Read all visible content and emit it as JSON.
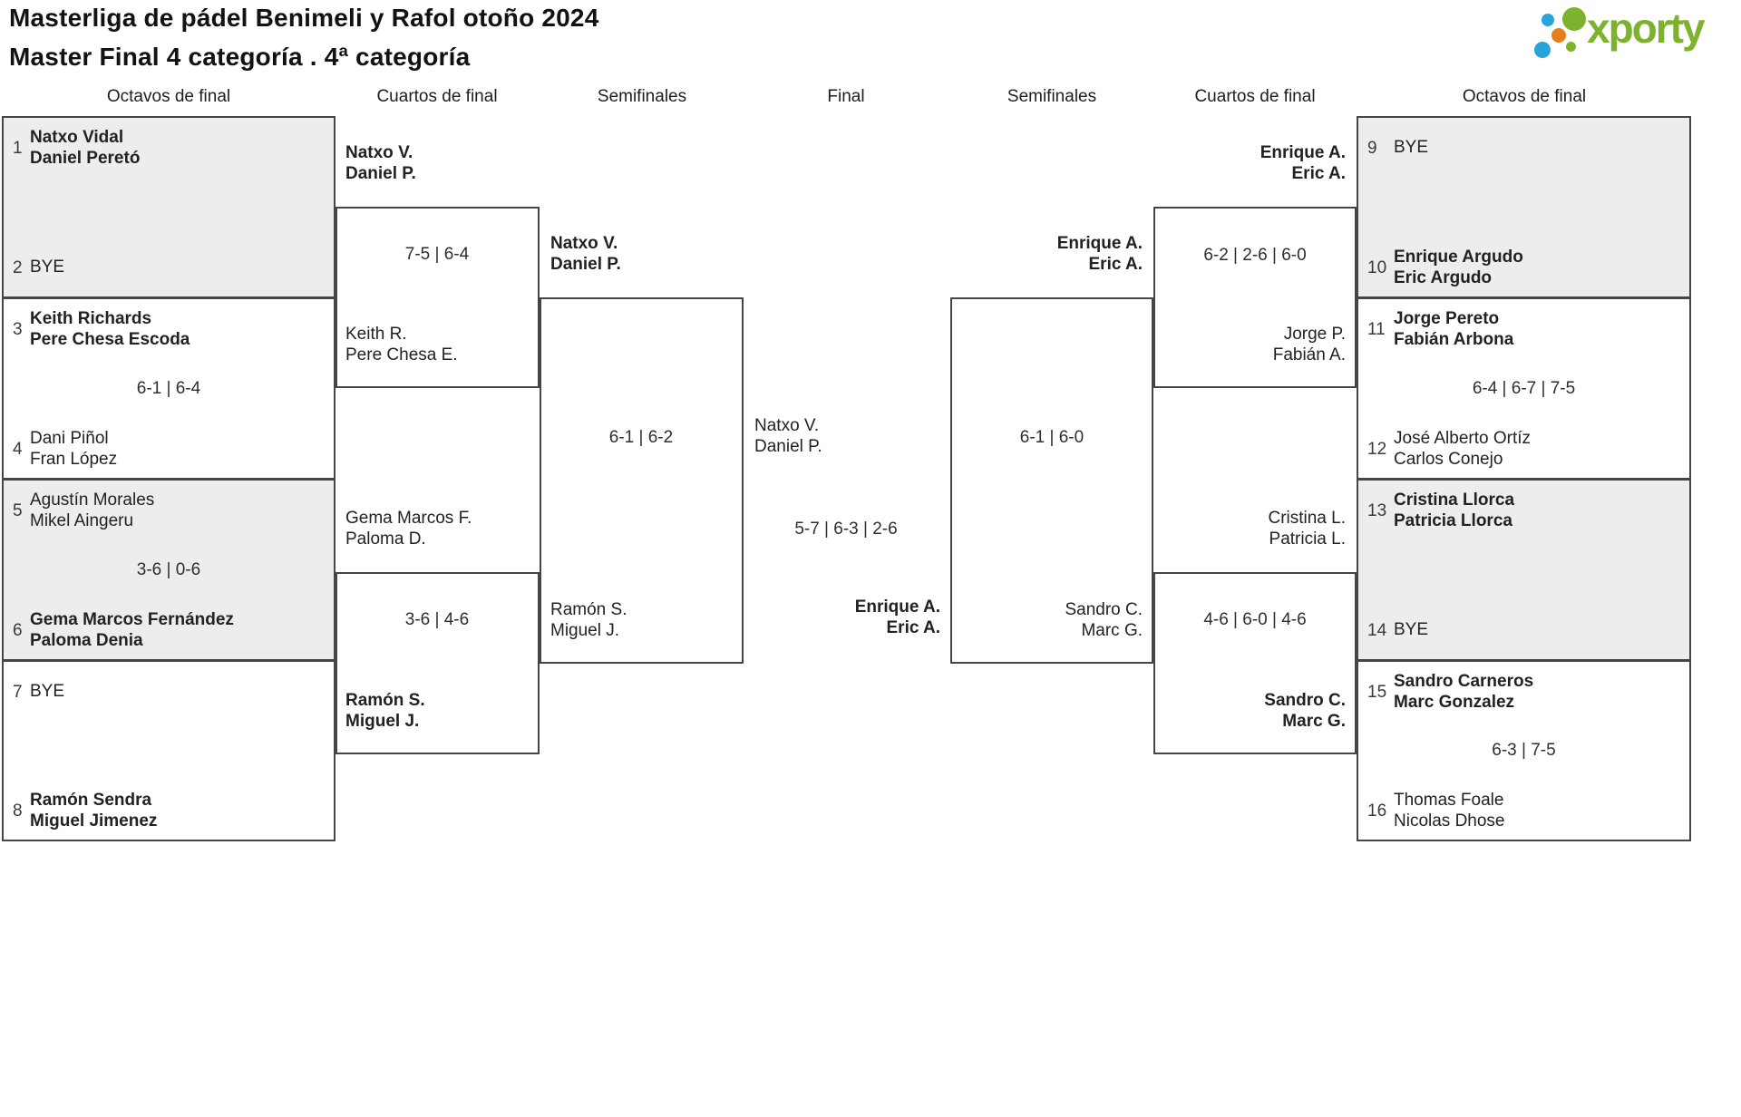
{
  "header": {
    "title": "Masterliga de pádel Benimeli y Rafol otoño 2024",
    "subtitle": "Master Final 4 categoría . 4ª categoría"
  },
  "logo": {
    "text": "xporty",
    "green": "#7db22f",
    "blue": "#29a4db",
    "orange": "#e87e18"
  },
  "rounds": [
    "Octavos de final",
    "Cuartos de final",
    "Semifinales",
    "Final",
    "Semifinales",
    "Cuartos de final",
    "Octavos de final"
  ],
  "octavos_left": [
    {
      "score": "",
      "team1": {
        "seed": "1",
        "line1": "Natxo Vidal",
        "line2": "Daniel Peretó",
        "winner": true
      },
      "team2": {
        "seed": "2",
        "line1": "BYE",
        "line2": "",
        "winner": false
      }
    },
    {
      "score": "6-1 | 6-4",
      "team1": {
        "seed": "3",
        "line1": "Keith Richards",
        "line2": "Pere Chesa Escoda",
        "winner": true
      },
      "team2": {
        "seed": "4",
        "line1": "Dani Piñol",
        "line2": "Fran López",
        "winner": false
      }
    },
    {
      "score": "3-6 | 0-6",
      "team1": {
        "seed": "5",
        "line1": "Agustín Morales",
        "line2": "Mikel Aingeru",
        "winner": false
      },
      "team2": {
        "seed": "6",
        "line1": "Gema Marcos Fernández",
        "line2": "Paloma Denia",
        "winner": true
      }
    },
    {
      "score": "",
      "team1": {
        "seed": "7",
        "line1": "BYE",
        "line2": "",
        "winner": false
      },
      "team2": {
        "seed": "8",
        "line1": "Ramón Sendra",
        "line2": "Miguel Jimenez",
        "winner": true
      }
    }
  ],
  "octavos_right": [
    {
      "score": "",
      "team1": {
        "seed": "9",
        "line1": "BYE",
        "line2": "",
        "winner": false
      },
      "team2": {
        "seed": "10",
        "line1": "Enrique Argudo",
        "line2": "Eric Argudo",
        "winner": true
      }
    },
    {
      "score": "6-4 | 6-7 | 7-5",
      "team1": {
        "seed": "11",
        "line1": "Jorge Pereto",
        "line2": "Fabián Arbona",
        "winner": true
      },
      "team2": {
        "seed": "12",
        "line1": "José Alberto Ortíz",
        "line2": "Carlos Conejo",
        "winner": false
      }
    },
    {
      "score": "",
      "team1": {
        "seed": "13",
        "line1": "Cristina Llorca",
        "line2": "Patricia Llorca",
        "winner": true
      },
      "team2": {
        "seed": "14",
        "line1": "BYE",
        "line2": "",
        "winner": false
      }
    },
    {
      "score": "6-3 | 7-5",
      "team1": {
        "seed": "15",
        "line1": "Sandro Carneros",
        "line2": "Marc Gonzalez",
        "winner": true
      },
      "team2": {
        "seed": "16",
        "line1": "Thomas Foale",
        "line2": "Nicolas Dhose",
        "winner": false
      }
    }
  ],
  "cuartos_left": [
    {
      "score": "7-5 | 6-4",
      "top": {
        "line1": "Natxo V.",
        "line2": "Daniel P.",
        "winner": true
      },
      "bottom": {
        "line1": "Keith R.",
        "line2": "Pere Chesa E.",
        "winner": false
      }
    },
    {
      "score": "3-6 | 4-6",
      "top": {
        "line1": "Gema Marcos F.",
        "line2": "Paloma D.",
        "winner": false
      },
      "bottom": {
        "line1": "Ramón S.",
        "line2": "Miguel J.",
        "winner": true
      }
    }
  ],
  "cuartos_right": [
    {
      "score": "6-2 | 2-6 | 6-0",
      "top": {
        "line1": "Enrique A.",
        "line2": "Eric A.",
        "winner": true
      },
      "bottom": {
        "line1": "Jorge P.",
        "line2": "Fabián A.",
        "winner": false
      }
    },
    {
      "score": "4-6 | 6-0 | 4-6",
      "top": {
        "line1": "Cristina L.",
        "line2": "Patricia L.",
        "winner": false
      },
      "bottom": {
        "line1": "Sandro C.",
        "line2": "Marc G.",
        "winner": true
      }
    }
  ],
  "semifinales": {
    "left": {
      "score": "6-1 | 6-2",
      "top": {
        "line1": "Natxo V.",
        "line2": "Daniel P.",
        "winner": true
      },
      "bottom": {
        "line1": "Ramón S.",
        "line2": "Miguel J.",
        "winner": false
      }
    },
    "right": {
      "score": "6-1 | 6-0",
      "top": {
        "line1": "Enrique A.",
        "line2": "Eric A.",
        "winner": true
      },
      "bottom": {
        "line1": "Sandro C.",
        "line2": "Marc G.",
        "winner": false
      }
    }
  },
  "final": {
    "score": "5-7 | 6-3 | 2-6",
    "top": {
      "line1": "Natxo V.",
      "line2": "Daniel P.",
      "winner": false
    },
    "bottom": {
      "line1": "Enrique A.",
      "line2": "Eric A.",
      "winner": true
    }
  }
}
